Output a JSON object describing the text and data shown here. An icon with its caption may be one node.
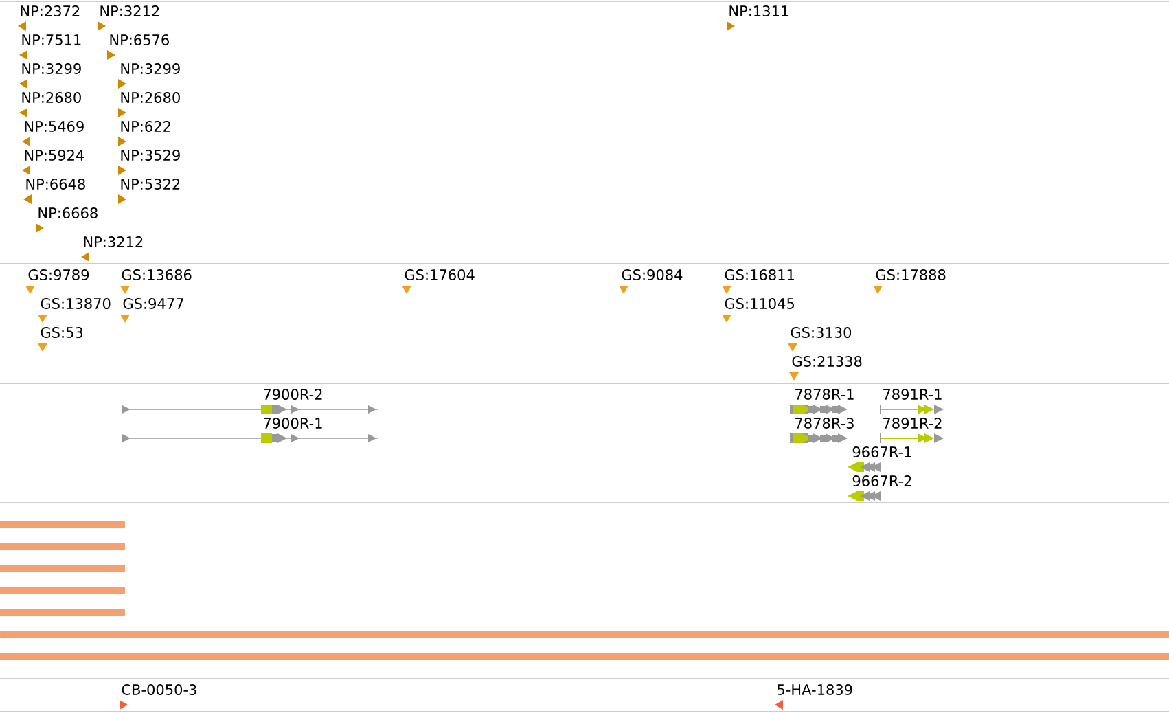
{
  "diagram": {
    "labels": [
      "NP:2372",
      "NP:3212",
      "NP:1311",
      "NP:7511",
      "NP:6576",
      "NP:3299",
      "NP:3299",
      "NP:2680",
      "NP:2680",
      "NP:5469",
      "NP:622",
      "NP:5924",
      "NP:3529",
      "NP:6648",
      "NP:5322",
      "NP:6668",
      "NP:3212",
      "GS:9789",
      "GS:13686",
      "GS:17604",
      "GS:9084",
      "GS:16811",
      "GS:17888",
      "GS:13870",
      "GS:9477",
      "GS:11045",
      "GS:53",
      "GS:3130",
      "GS:21338",
      "7900R-2",
      "7878R-1",
      "7891R-1",
      "7900R-1",
      "7878R-3",
      "7891R-2",
      "9667R-1",
      "9667R-2",
      "CB-0050-3",
      "5-HA-1839"
    ]
  }
}
